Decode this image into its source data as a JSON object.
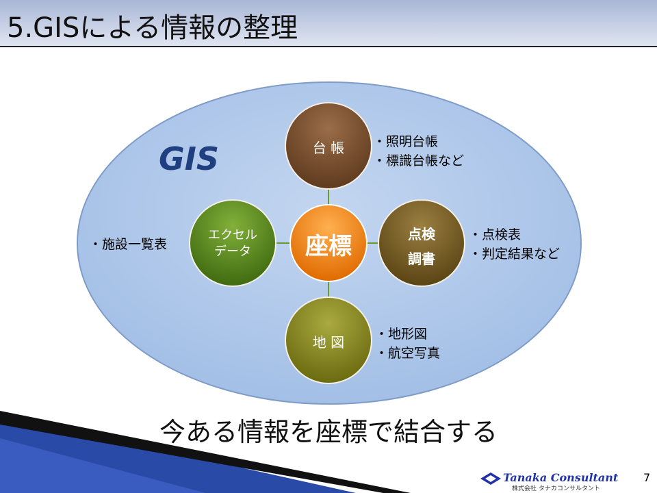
{
  "title": "5.GISによる情報の整理",
  "gis_label": "GIS",
  "nodes": {
    "center": "座標",
    "ledger": "台 帳",
    "excel_1": "エクセル",
    "excel_2": "データ",
    "inspection_1": "点検",
    "inspection_2": "調書",
    "map": "地 図"
  },
  "notes": {
    "ledger": [
      "・照明台帳",
      "・標識台帳など"
    ],
    "excel": [
      "・施設一覧表"
    ],
    "inspection": [
      "・点検表",
      "・判定結果など"
    ],
    "map": [
      "・地形図",
      "・航空写真"
    ]
  },
  "caption": "今ある情報を座標で結合する",
  "footer": {
    "company": "Tanaka Consultant",
    "company_jp": "株式会社 タナカコンサルタント",
    "page": "7"
  },
  "colors": {
    "ellipse": "#a9c4e8",
    "center": "#f07a10",
    "ledger": "#7a4e2c",
    "excel": "#5b8c1a",
    "inspection": "#7a5f22",
    "map": "#8a8a22"
  }
}
